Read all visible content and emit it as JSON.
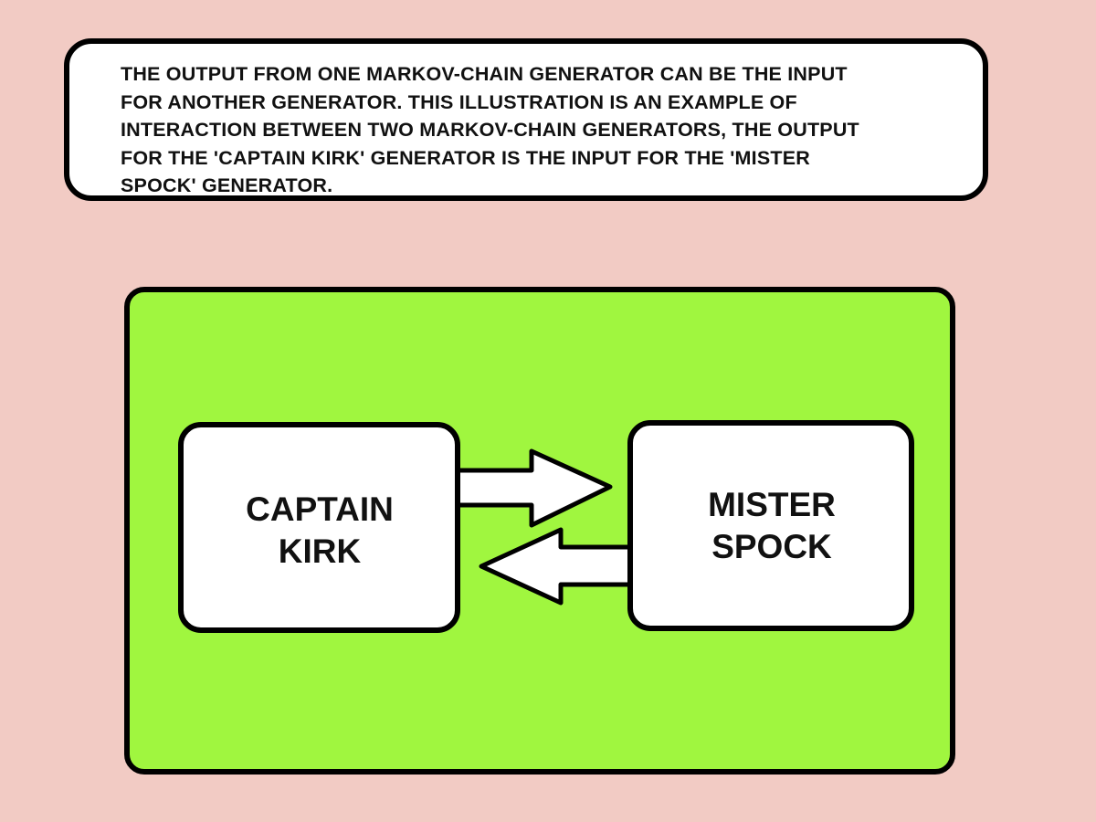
{
  "caption": {
    "lines": [
      "THE OUTPUT FROM ONE MARKOV-CHAIN GENERATOR CAN BE THE INPUT",
      "FOR ANOTHER GENERATOR. THIS ILLUSTRATION IS AN EXAMPLE OF",
      "INTERACTION BETWEEN TWO MARKOV-CHAIN GENERATORS, THE OUTPUT",
      "FOR THE 'CAPTAIN KIRK' GENERATOR IS THE INPUT FOR THE 'MISTER",
      "SPOCK' GENERATOR."
    ]
  },
  "nodes": {
    "kirk": {
      "line1": "CAPTAIN",
      "line2": "KIRK"
    },
    "spock": {
      "line1": "MISTER",
      "line2": "SPOCK"
    }
  },
  "edges": [
    {
      "from": "kirk",
      "to": "spock"
    },
    {
      "from": "spock",
      "to": "kirk"
    }
  ],
  "colors": {
    "background": "#f2cbc4",
    "panel": "#a0f63f",
    "box": "#ffffff",
    "outline": "#000000"
  }
}
